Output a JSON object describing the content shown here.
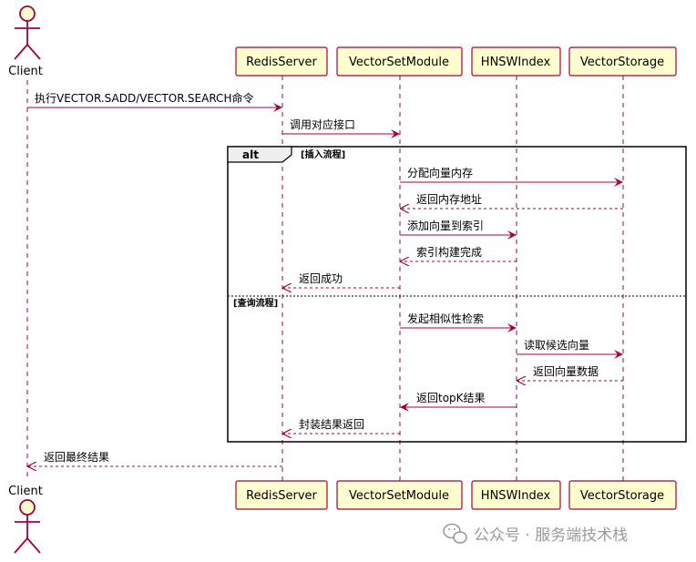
{
  "participants": {
    "client": "Client",
    "redis": "RedisServer",
    "module": "VectorSetModule",
    "hnsw": "HNSWIndex",
    "storage": "VectorStorage"
  },
  "messages": [
    {
      "from": "client",
      "to": "redis",
      "label": "执行VECTOR.SADD/VECTOR.SEARCH命令",
      "style": "solid"
    },
    {
      "from": "redis",
      "to": "module",
      "label": "调用对应接口",
      "style": "solid"
    },
    {
      "from": "module",
      "to": "storage",
      "label": "分配向量内存",
      "style": "solid"
    },
    {
      "from": "storage",
      "to": "module",
      "label": "返回内存地址",
      "style": "dashed"
    },
    {
      "from": "module",
      "to": "hnsw",
      "label": "添加向量到索引",
      "style": "solid"
    },
    {
      "from": "hnsw",
      "to": "module",
      "label": "索引构建完成",
      "style": "dashed"
    },
    {
      "from": "module",
      "to": "redis",
      "label": "返回成功",
      "style": "dashed"
    },
    {
      "from": "module",
      "to": "hnsw",
      "label": "发起相似性检索",
      "style": "solid"
    },
    {
      "from": "hnsw",
      "to": "storage",
      "label": "读取候选向量",
      "style": "solid"
    },
    {
      "from": "storage",
      "to": "hnsw",
      "label": "返回向量数据",
      "style": "dashed"
    },
    {
      "from": "hnsw",
      "to": "module",
      "label": "返回topK结果",
      "style": "solid"
    },
    {
      "from": "module",
      "to": "redis",
      "label": "封装结果返回",
      "style": "dashed"
    },
    {
      "from": "redis",
      "to": "client",
      "label": "返回最终结果",
      "style": "dashed"
    }
  ],
  "fragment": {
    "keyword": "alt",
    "guard1": "[插入流程]",
    "guard2": "[查询流程]"
  },
  "watermark": "公众号 · 服务端技术栈",
  "colors": {
    "box_fill": "#FEFECE",
    "box_border": "#A80036",
    "arrow": "#A80036",
    "lifeline": "#A80036"
  }
}
